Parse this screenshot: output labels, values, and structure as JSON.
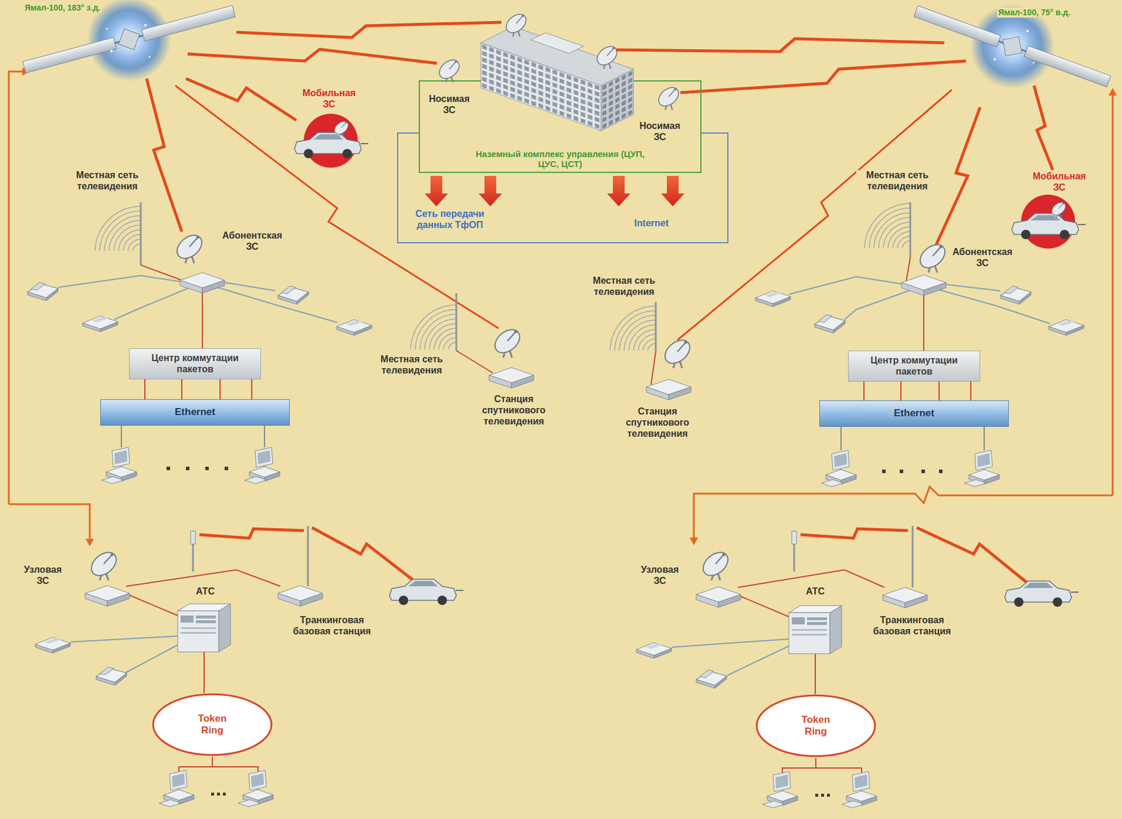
{
  "diagram": {
    "nodes": [
      {
        "text": [
          "Наземный комплекс управления (ЦУП, ЦУС, ЦСТ)"
        ]
      },
      {
        "text": [
          "Сеть передачи данных ТфОП",
          "Internet"
        ]
      },
      {
        "text": [
          "Центр коммутации пакетов"
        ]
      },
      {
        "text": [
          "Центр коммутации пакетов"
        ]
      },
      {
        "text": [
          "Ethernet"
        ]
      },
      {
        "text": [
          "Ethernet"
        ]
      },
      {
        "text": [
          "Token Ring"
        ]
      },
      {
        "text": [
          "Token Ring"
        ]
      }
    ],
    "edges": [
      {
        "from": 2,
        "to": 4,
        "arrow": "none"
      },
      {
        "from": 2,
        "to": 4,
        "arrow": "none"
      },
      {
        "from": 2,
        "to": 4,
        "arrow": "none"
      },
      {
        "from": 2,
        "to": 4,
        "arrow": "none"
      },
      {
        "from": 3,
        "to": 5,
        "arrow": "none"
      },
      {
        "from": 3,
        "to": 5,
        "arrow": "none"
      },
      {
        "from": 3,
        "to": 5,
        "arrow": "none"
      },
      {
        "from": 3,
        "to": 5,
        "arrow": "none"
      }
    ],
    "labels": [
      "Ямал-100, 183° з.д.",
      "Ямал-100, 75° в.д.",
      "Мобильная ЗС",
      "Носимая ЗС",
      "Носимая ЗС",
      "Мобильная ЗС",
      "Местная сеть телевидения",
      "Местная сеть телевидения",
      "Абонентская ЗС",
      "Абонентская ЗС",
      "Местная сеть телевидения",
      "Местная сеть телевидения",
      "Станция спутникового телевидения",
      "Станция спутникового телевидения",
      "Узловая ЗС",
      "АТС",
      "Транкинговая базовая станция",
      "Узловая ЗС",
      "АТС",
      "Транкинговая базовая станция"
    ]
  }
}
